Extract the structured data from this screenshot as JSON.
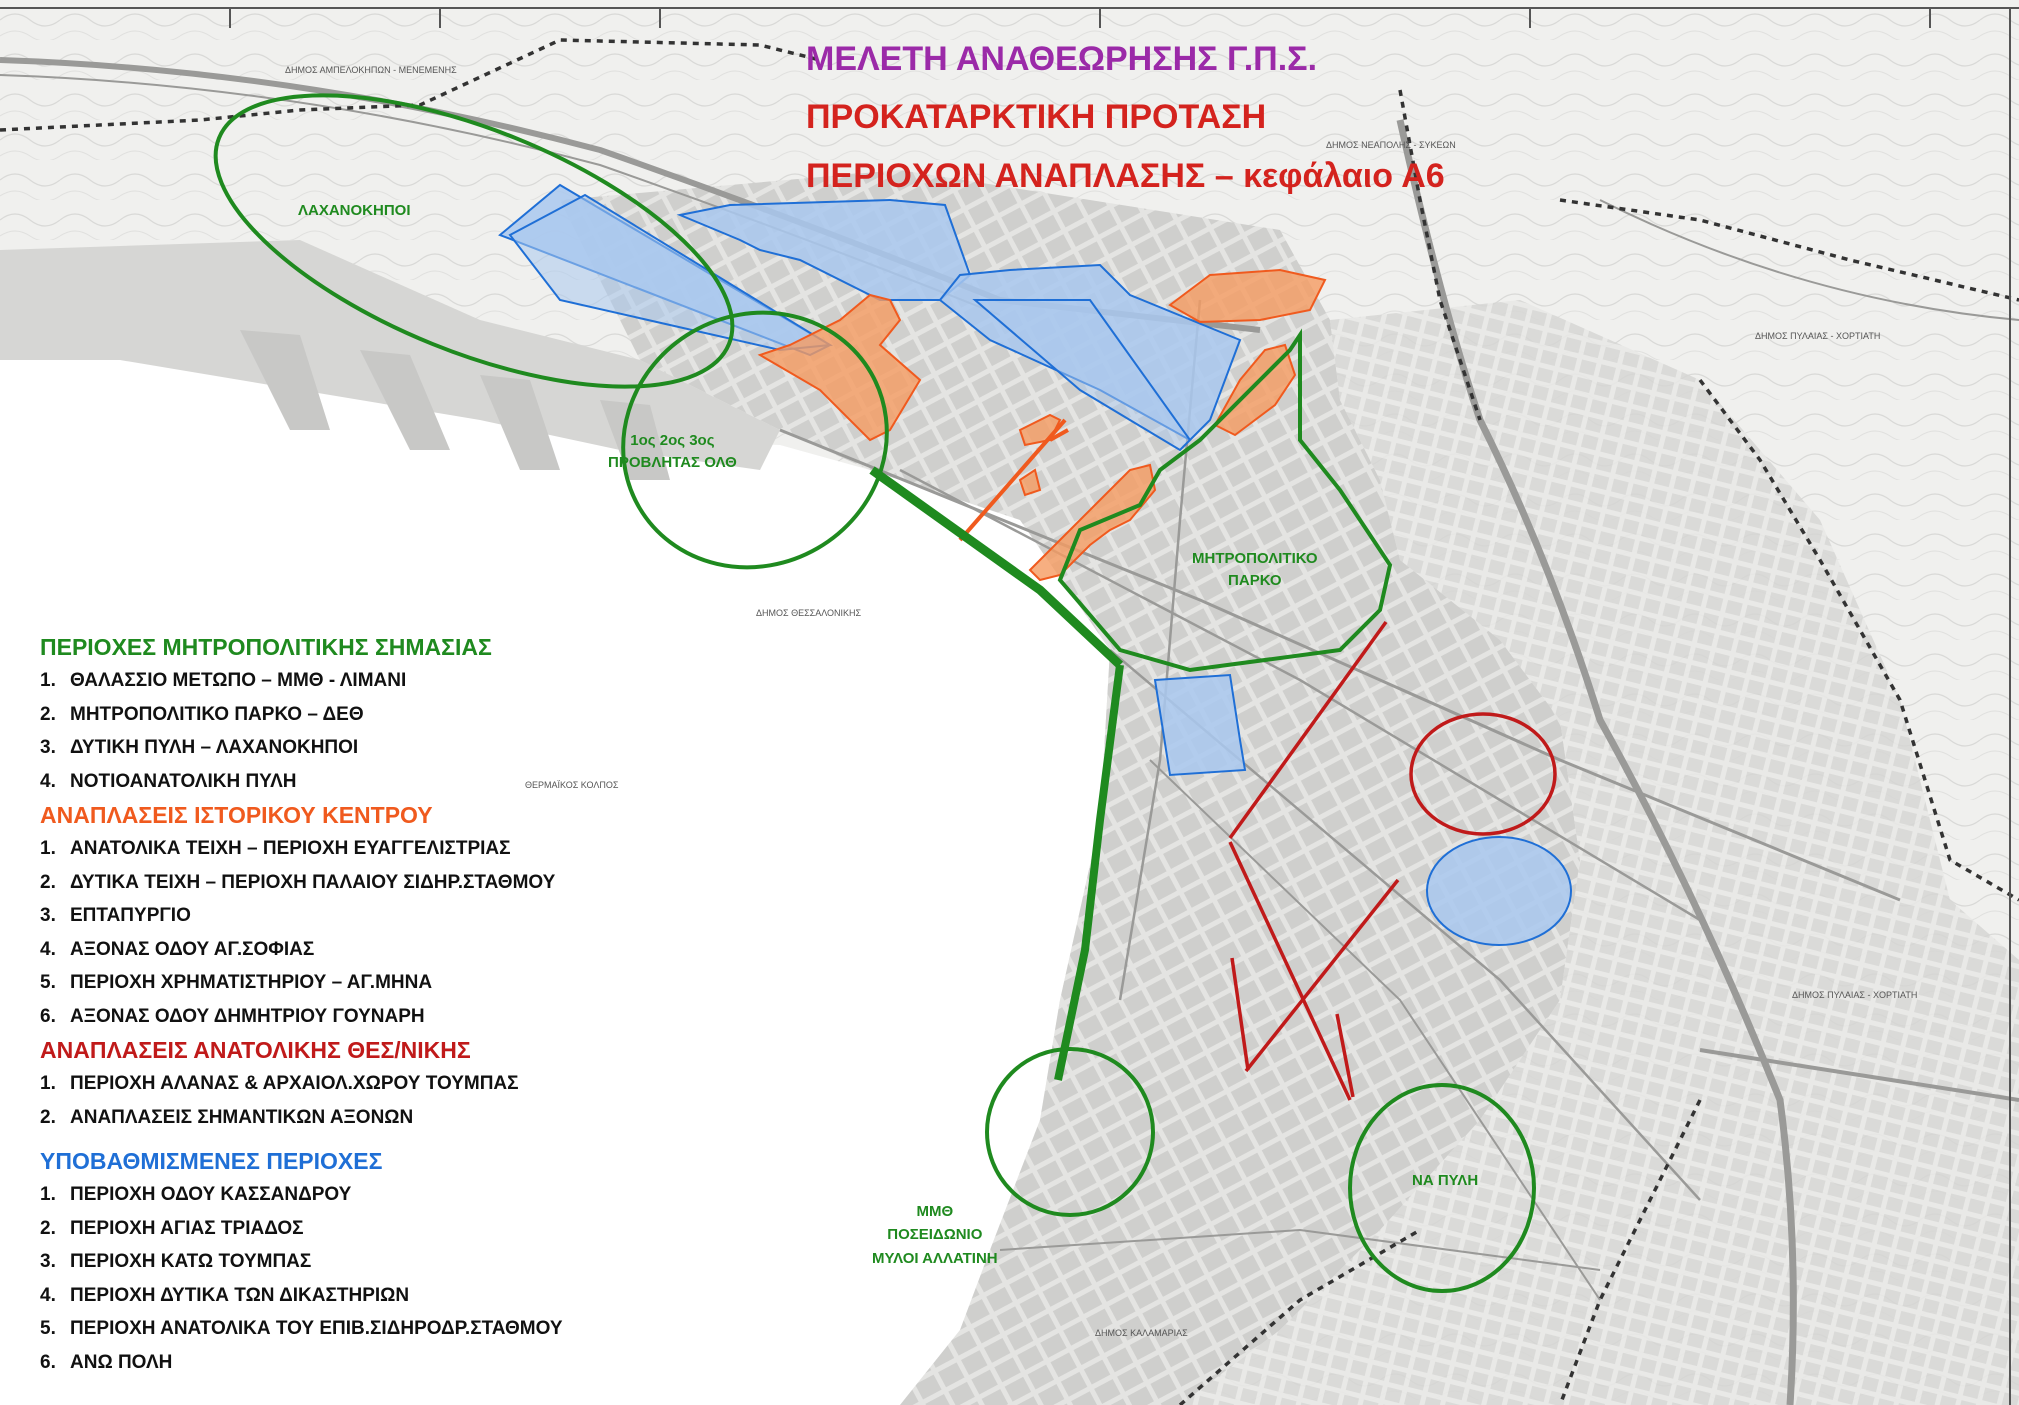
{
  "title": {
    "line1": "ΜΕΛΕΤΗ ΑΝΑΘΕΩΡΗΣΗΣ Γ.Π.Σ.",
    "line2": "ΠΡΟΚΑΤΑΡΚΤΙΚΗ ΠΡΟΤΑΣΗ",
    "line3": "ΠΕΡΙΟΧΩΝ ΑΝΑΠΛΑΣΗΣ – κεφάλαιο Α6"
  },
  "colors": {
    "title_purple": "#9b2aa8",
    "title_red": "#d4231e",
    "metropolitan_green": "#1f8a1f",
    "historic_orange": "#f05a1e",
    "eastern_red": "#c01a1a",
    "degraded_blue": "#1f6fd6",
    "orange_fill": "#f59b61",
    "blue_fill": "#a9c8ee"
  },
  "map_labels": {
    "lachanokipoi": "ΛΑΧΑΝΟΚΗΠΟΙ",
    "piers_line1": "1ος 2ος 3ος",
    "piers_line2": "ΠΡΟΒΛΗΤΑΣ ΟΛΘ",
    "park_line1": "ΜΗΤΡΟΠΟΛΙΤΙΚΟ",
    "park_line2": "ΠΑΡΚΟ",
    "mmth_line1": "ΜΜΘ",
    "mmth_line2": "ΠΟΣΕΙΔΩΝΙΟ",
    "mmth_line3": "ΜΥΛΟΙ ΑΛΛΑΤΙΝΗ",
    "na_pyli": "ΝΑ ΠΥΛΗ"
  },
  "base_map_labels": {
    "dimos_thessalonikis": "ΔΗΜΟΣ ΘΕΣΣΑΛΟΝΙΚΗΣ",
    "thermaikos": "ΘΕΡΜΑΪΚΟΣ ΚΟΛΠΟΣ",
    "dimos_pylaias": "ΔΗΜΟΣ ΠΥΛΑΙΑΣ - ΧΟΡΤΙΑΤΗ",
    "dimos_kalamarias": "ΔΗΜΟΣ ΚΑΛΑΜΑΡΙΑΣ",
    "dimos_neapolis": "ΔΗΜΟΣ ΝΕΑΠΟΛΗΣ - ΣΥΚΕΩΝ",
    "dimos_ampelokipon": "ΔΗΜΟΣ ΑΜΠΕΛΟΚΗΠΩΝ - ΜΕΝΕΜΕΝΗΣ"
  },
  "legend": {
    "sections": [
      {
        "title": "ΠΕΡΙΟΧΕΣ ΜΗΤΡΟΠΟΛΙΤΙΚΗΣ ΣΗΜΑΣΙΑΣ",
        "color": "#1f8a1f",
        "items": [
          {
            "num": "1.",
            "text": "ΘΑΛΑΣΣΙΟ ΜΕΤΩΠΟ – ΜΜΘ - ΛΙΜΑΝΙ"
          },
          {
            "num": "2.",
            "text": "ΜΗΤΡΟΠΟΛΙΤΙΚΟ ΠΑΡΚΟ – ΔΕΘ"
          },
          {
            "num": "3.",
            "text": "ΔΥΤΙΚΗ ΠΥΛΗ – ΛΑΧΑΝΟΚΗΠΟΙ"
          },
          {
            "num": "4.",
            "text": "ΝΟΤΙΟΑΝΑΤΟΛΙΚΗ ΠΥΛΗ"
          }
        ]
      },
      {
        "title": "ΑΝΑΠΛΑΣΕΙΣ ΙΣΤΟΡΙΚΟΥ ΚΕΝΤΡΟΥ",
        "color": "#f05a1e",
        "items": [
          {
            "num": "1.",
            "text": "ΑΝΑΤΟΛΙΚΑ ΤΕΙΧΗ – ΠΕΡΙΟΧΗ ΕΥΑΓΓΕΛΙΣΤΡΙΑΣ"
          },
          {
            "num": "2.",
            "text": "ΔΥΤΙΚΑ ΤΕΙΧΗ – ΠΕΡΙΟΧΗ ΠΑΛΑΙΟΥ ΣΙΔΗΡ.ΣΤΑΘΜΟΥ"
          },
          {
            "num": "3.",
            "text": "ΕΠΤΑΠΥΡΓΙΟ"
          },
          {
            "num": "4.",
            "text": "ΑΞΟΝΑΣ ΟΔΟΥ ΑΓ.ΣΟΦΙΑΣ"
          },
          {
            "num": "5.",
            "text": "ΠΕΡΙΟΧΗ ΧΡΗΜΑΤΙΣΤΗΡΙΟΥ – ΑΓ.ΜΗΝΑ"
          },
          {
            "num": "6.",
            "text": "ΑΞΟΝΑΣ ΟΔΟΥ ΔΗΜΗΤΡΙΟΥ ΓΟΥΝΑΡΗ"
          }
        ]
      },
      {
        "title": "ΑΝΑΠΛΑΣΕΙΣ  ΑΝΑΤΟΛΙΚΗΣ ΘΕΣ/ΝΙΚΗΣ",
        "color": "#c01a1a",
        "items": [
          {
            "num": "1.",
            "text": "ΠΕΡΙΟΧΗ ΑΛΑΝΑΣ & ΑΡΧΑΙΟΛ.ΧΩΡΟΥ ΤΟΥΜΠΑΣ"
          },
          {
            "num": "2.",
            "text": "ΑΝΑΠΛΑΣΕΙΣ ΣΗΜΑΝΤΙΚΩΝ ΑΞΟΝΩΝ"
          }
        ]
      },
      {
        "title": "ΥΠΟΒΑΘΜΙΣΜΕΝΕΣ ΠΕΡΙΟΧΕΣ",
        "color": "#1f6fd6",
        "items": [
          {
            "num": "1.",
            "text": "ΠΕΡΙΟΧΗ ΟΔΟΥ ΚΑΣΣΑΝΔΡΟΥ"
          },
          {
            "num": "2.",
            "text": "ΠΕΡΙΟΧΗ ΑΓΙΑΣ ΤΡΙΑΔΟΣ"
          },
          {
            "num": "3.",
            "text": "ΠΕΡΙΟΧΗ ΚΑΤΩ ΤΟΥΜΠΑΣ"
          },
          {
            "num": "4.",
            "text": "ΠΕΡΙΟΧΗ ΔΥΤΙΚΑ ΤΩΝ ΔΙΚΑΣΤΗΡΙΩΝ"
          },
          {
            "num": "5.",
            "text": "ΠΕΡΙΟΧΗ ΑΝΑΤΟΛΙΚΑ ΤΟΥ ΕΠΙΒ.ΣΙΔΗΡΟΔΡ.ΣΤΑΘΜΟΥ"
          },
          {
            "num": "6.",
            "text": "ΑΝΩ ΠΟΛΗ"
          }
        ]
      }
    ]
  }
}
